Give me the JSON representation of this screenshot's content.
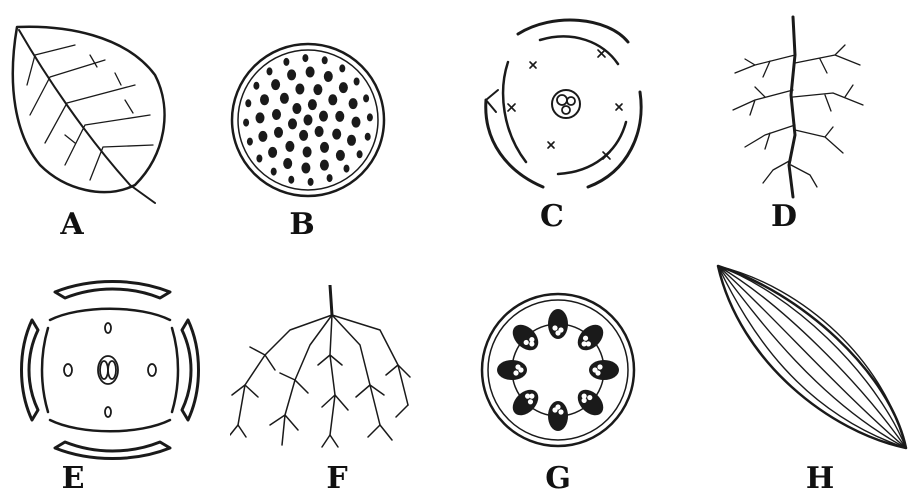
{
  "figures": [
    {
      "id": "A",
      "label": "A",
      "depicts": "leaf-reticulate-venation"
    },
    {
      "id": "B",
      "label": "B",
      "depicts": "stem-section-scattered-bundles"
    },
    {
      "id": "C",
      "label": "C",
      "depicts": "floral-diagram-trimerous"
    },
    {
      "id": "D",
      "label": "D",
      "depicts": "taproot-system"
    },
    {
      "id": "E",
      "label": "E",
      "depicts": "floral-diagram-tetramerous"
    },
    {
      "id": "F",
      "label": "F",
      "depicts": "fibrous-root-system"
    },
    {
      "id": "G",
      "label": "G",
      "depicts": "stem-section-ring-bundles"
    },
    {
      "id": "H",
      "label": "H",
      "depicts": "leaf-parallel-venation"
    }
  ],
  "colors": {
    "ink": "#1a1a1a",
    "background": "#ffffff"
  }
}
